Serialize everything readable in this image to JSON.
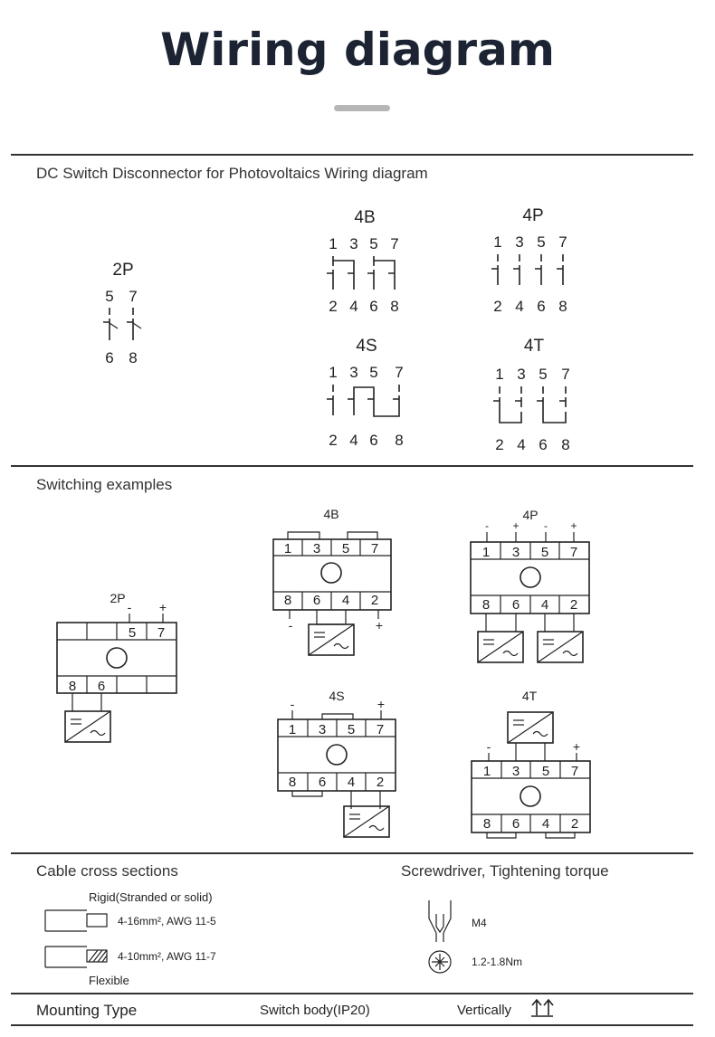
{
  "header": {
    "title": "Wiring diagram"
  },
  "sections": {
    "dc_switch": {
      "title": "DC Switch Disconnector for Photovoltaics Wiring diagram"
    },
    "switching": {
      "title": "Switching examples"
    },
    "cable": {
      "title": "Cable cross sections"
    },
    "screwdriver": {
      "title": "Screwdriver, Tightening torque"
    }
  },
  "symbols": {
    "p2": {
      "label": "2P",
      "top": [
        "5",
        "7"
      ],
      "bottom": [
        "6",
        "8"
      ]
    },
    "b4": {
      "label": "4B",
      "top": [
        "1",
        "3",
        "5",
        "7"
      ],
      "bottom": [
        "2",
        "4",
        "6",
        "8"
      ]
    },
    "p4": {
      "label": "4P",
      "top": [
        "1",
        "3",
        "5",
        "7"
      ],
      "bottom": [
        "2",
        "4",
        "6",
        "8"
      ]
    },
    "s4": {
      "label": "4S",
      "top": [
        "1",
        "3",
        "5",
        "7"
      ],
      "bottom": [
        "2",
        "4",
        "6",
        "8"
      ]
    },
    "t4": {
      "label": "4T",
      "top": [
        "1",
        "3",
        "5",
        "7"
      ],
      "bottom": [
        "2",
        "4",
        "6",
        "8"
      ]
    }
  },
  "examples": {
    "p2": {
      "label": "2P",
      "top": [
        "5",
        "7"
      ],
      "bottom": [
        "8",
        "6"
      ],
      "signs": [
        "-",
        "+"
      ]
    },
    "b4": {
      "label": "4B",
      "top": [
        "1",
        "3",
        "5",
        "7"
      ],
      "bottom": [
        "8",
        "6",
        "4",
        "2"
      ],
      "signs": [
        "-",
        "+"
      ]
    },
    "p4": {
      "label": "4P",
      "top": [
        "1",
        "3",
        "5",
        "7"
      ],
      "bottom": [
        "8",
        "6",
        "4",
        "2"
      ],
      "signs": [
        "-",
        "+",
        "-",
        "+"
      ]
    },
    "s4": {
      "label": "4S",
      "top": [
        "1",
        "3",
        "5",
        "7"
      ],
      "bottom": [
        "8",
        "6",
        "4",
        "2"
      ],
      "signs": [
        "-",
        "+"
      ]
    },
    "t4": {
      "label": "4T",
      "top": [
        "1",
        "3",
        "5",
        "7"
      ],
      "bottom": [
        "8",
        "6",
        "4",
        "2"
      ],
      "signs": [
        "-",
        "+"
      ]
    }
  },
  "cable": {
    "rigid_label": "Rigid(Stranded or solid)",
    "rigid_spec": "4-16mm², AWG 11-5",
    "flexible_spec": "4-10mm², AWG 11-7",
    "flexible_label": "Flexible"
  },
  "screwdriver": {
    "size": "M4",
    "torque": "1.2-1.8Nm"
  },
  "mounting": {
    "label": "Mounting Type",
    "body": "Switch body(IP20)",
    "orientation": "Vertically"
  },
  "icons": [
    "screwdriver-icon",
    "pozidriv-head-icon",
    "vertical-arrows-icon",
    "dc-ac-inverter-icon"
  ],
  "colors": {
    "title": "#1c2434",
    "accent_bar": "#b6b6b6",
    "lines": "#222222"
  }
}
